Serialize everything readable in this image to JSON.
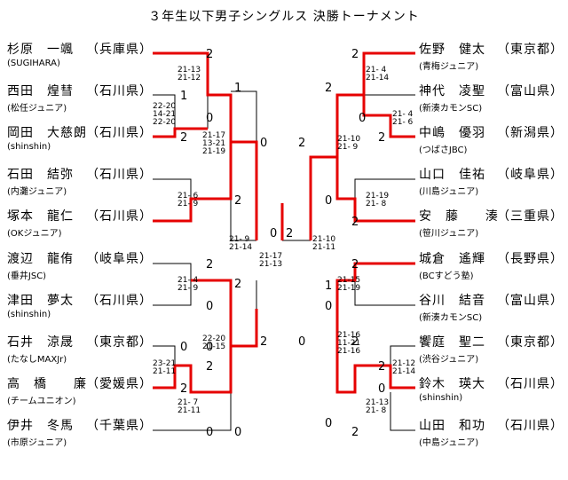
{
  "title": "３年生以下男子シングルス 決勝トーナメント",
  "left_players": [
    {
      "name": "杉原　一颯",
      "pref": "（兵庫県）",
      "team": "(SUGIHARA)"
    },
    {
      "name": "西田　煌彗",
      "pref": "（石川県）",
      "team": "(松任ジュニア)"
    },
    {
      "name": "岡田　大慈朗",
      "pref": "（石川県）",
      "team": "(shinshin)"
    },
    {
      "name": "石田　結弥",
      "pref": "（石川県）",
      "team": "(内灘ジュニア)"
    },
    {
      "name": "塚本　龍仁",
      "pref": "（石川県）",
      "team": "(OKジュニア)"
    },
    {
      "name": "渡辺　龍侑",
      "pref": "（岐阜県）",
      "team": "(垂井JSC)"
    },
    {
      "name": "津田　夢太",
      "pref": "（石川県）",
      "team": "(shinshin)"
    },
    {
      "name": "石井　涼晟",
      "pref": "（東京都）",
      "team": "(たなしMAXJr)"
    },
    {
      "name": "高　橋　　廉",
      "pref": "（愛媛県）",
      "team": "(チームユニオン)"
    },
    {
      "name": "伊井　冬馬",
      "pref": "（千葉県）",
      "team": "(市原ジュニア)"
    }
  ],
  "right_players": [
    {
      "name": "佐野　健太",
      "pref": "（東京都）",
      "team": "(青梅ジュニア)"
    },
    {
      "name": "神代　凌聖",
      "pref": "（富山県）",
      "team": "(新湊カモンSC)"
    },
    {
      "name": "中嶋　優羽",
      "pref": "（新潟県）",
      "team": "(つばさJBC)"
    },
    {
      "name": "山口　佳祐",
      "pref": "（岐阜県）",
      "team": "(川島ジュニア)"
    },
    {
      "name": "安　藤　　湊",
      "pref": "（三重県）",
      "team": "(笹川ジュニア)"
    },
    {
      "name": "城倉　遙輝",
      "pref": "（長野県）",
      "team": "(BCすどう塾)"
    },
    {
      "name": "谷川　結音",
      "pref": "（富山県）",
      "team": "(新湊カモンSC)"
    },
    {
      "name": "饗庭　聖二",
      "pref": "（東京都）",
      "team": "(渋谷ジュニア)"
    },
    {
      "name": "鈴木　瑛大",
      "pref": "（石川県）",
      "team": "(shinshin)"
    },
    {
      "name": "山田　和功",
      "pref": "（石川県）",
      "team": "(中島ジュニア)"
    }
  ],
  "scores": [
    {
      "id": "L1a",
      "value": "2"
    },
    {
      "id": "L1b",
      "value": "1"
    },
    {
      "id": "L2a",
      "value": "1"
    },
    {
      "id": "L2b",
      "value": "0"
    },
    {
      "id": "L2c",
      "value": "2"
    },
    {
      "id": "L3a",
      "value": "0"
    },
    {
      "id": "L3b",
      "value": "2"
    },
    {
      "id": "L4a",
      "value": "2"
    },
    {
      "id": "L4b",
      "value": "0"
    },
    {
      "id": "L5a",
      "value": "2"
    },
    {
      "id": "L5b",
      "value": "0"
    },
    {
      "id": "L5c",
      "value": "2"
    },
    {
      "id": "L6a",
      "value": "0"
    },
    {
      "id": "L6b",
      "value": "2"
    },
    {
      "id": "L7a",
      "value": "0"
    },
    {
      "id": "LM1",
      "value": "0"
    },
    {
      "id": "LM2",
      "value": "2"
    },
    {
      "id": "F0",
      "value": "0"
    },
    {
      "id": "F2",
      "value": "2"
    },
    {
      "id": "R1a",
      "value": "2"
    },
    {
      "id": "R1b",
      "value": "2"
    },
    {
      "id": "R2a",
      "value": "0"
    },
    {
      "id": "R2b",
      "value": "2"
    },
    {
      "id": "R3a",
      "value": "0"
    },
    {
      "id": "R3b",
      "value": "2"
    },
    {
      "id": "RM1",
      "value": "2"
    },
    {
      "id": "R4a",
      "value": "2"
    },
    {
      "id": "R4b",
      "value": "1"
    },
    {
      "id": "R4c",
      "value": "0"
    },
    {
      "id": "R5a",
      "value": "2"
    },
    {
      "id": "R5b",
      "value": "0"
    },
    {
      "id": "R5c",
      "value": "2"
    },
    {
      "id": "R6a",
      "value": "0"
    },
    {
      "id": "R6b",
      "value": "2"
    },
    {
      "id": "RM2",
      "value": "0"
    }
  ],
  "sets": [
    {
      "id": "s1",
      "value": "21-13\n21-12"
    },
    {
      "id": "s2",
      "value": "22-20\n14-21\n22-20"
    },
    {
      "id": "s3",
      "value": "21-17\n13-21\n21-19"
    },
    {
      "id": "s4",
      "value": "21- 6\n21- 9"
    },
    {
      "id": "s5",
      "value": "21- 9\n21-14"
    },
    {
      "id": "s6",
      "value": "21- 4\n21- 9"
    },
    {
      "id": "s7",
      "value": "22-20\n21-15"
    },
    {
      "id": "s8",
      "value": "23-21\n21-11"
    },
    {
      "id": "s9",
      "value": "21- 7\n21-11"
    },
    {
      "id": "s10",
      "value": "21-17\n21-13"
    },
    {
      "id": "s11",
      "value": "21-10\n21-11"
    },
    {
      "id": "s12",
      "value": "21- 4\n21-14"
    },
    {
      "id": "s13",
      "value": "21- 4\n21- 6"
    },
    {
      "id": "s14",
      "value": "21-10\n21- 9"
    },
    {
      "id": "s15",
      "value": "21-19\n21- 8"
    },
    {
      "id": "s16",
      "value": "21-15\n21-19"
    },
    {
      "id": "s17",
      "value": "21-16\n11-21\n21-16"
    },
    {
      "id": "s18",
      "value": "21-12\n21-14"
    },
    {
      "id": "s19",
      "value": "21-13\n21- 8"
    }
  ],
  "colors": {
    "winner_line": "#e60000",
    "loser_line": "#000000"
  }
}
